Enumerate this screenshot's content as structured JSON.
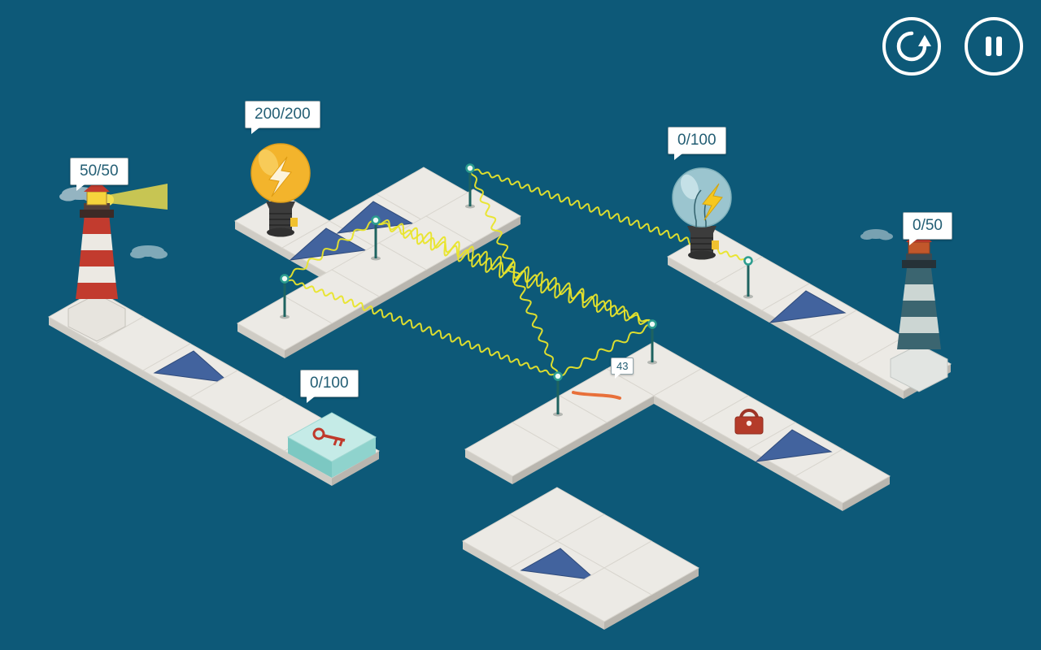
{
  "hud": {
    "buttons": [
      {
        "name": "restart",
        "icon": "circular-arrow-icon"
      },
      {
        "name": "pause",
        "icon": "pause-icon"
      }
    ]
  },
  "counters": {
    "lighthouse_left": "50/50",
    "bulb_yellow": "200/200",
    "bulb_teal": "0/100",
    "lighthouse_right": "0/50",
    "key_tile": "0/100",
    "wire_charge": "43"
  },
  "colors": {
    "background": "#0d5978",
    "tile_top": "#eceae5",
    "tile_side_left": "#cfccc5",
    "tile_side_right": "#b9b6af",
    "ramp": "#42639e",
    "wire": "#e9e52a",
    "bulb_yellow": "#f3b42c",
    "bulb_teal": "#a3cbd4",
    "lighthouse_red": "#c23b2e",
    "lighthouse_teal": "#3b6570",
    "key": "#c0392b",
    "lock": "#b43b2a",
    "badge_text": "#235e74",
    "hud_icon": "#ffffff"
  }
}
